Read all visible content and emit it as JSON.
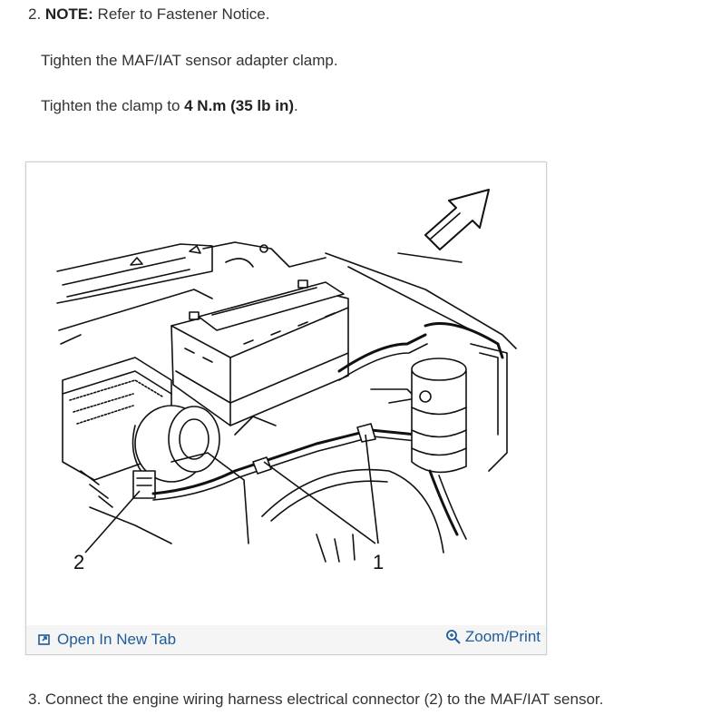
{
  "step2": {
    "number": "2.",
    "note_label": "NOTE:",
    "note_text": "Refer to Fastener Notice.",
    "line1": "Tighten the MAF/IAT sensor adapter clamp.",
    "line2_prefix": "Tighten the clamp to ",
    "torque": "4 N.m (35 lb in)",
    "line2_suffix": "."
  },
  "figure": {
    "callout_1": "1",
    "callout_2": "2",
    "open_tab_label": "Open In New Tab",
    "zoom_label": "Zoom/Print",
    "link_color": "#1f5c99"
  },
  "step3": {
    "text": "3. Connect the engine wiring harness electrical connector (2) to the MAF/IAT sensor."
  }
}
